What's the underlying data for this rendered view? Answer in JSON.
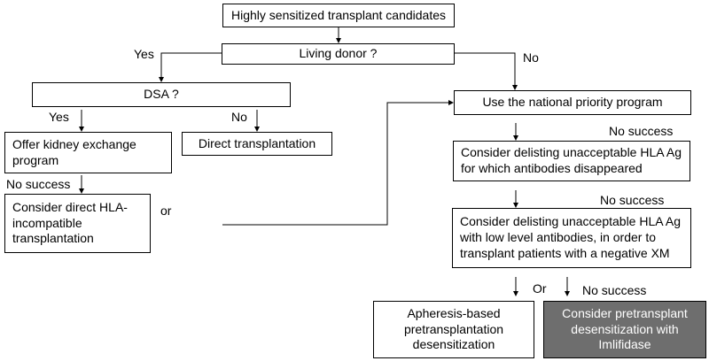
{
  "nodes": {
    "candidates": "Highly sensitized transplant candidates",
    "living_donor": "Living donor ?",
    "dsa": "DSA ?",
    "national_priority": "Use the national priority program",
    "kidney_exchange": "Offer kidney exchange\nprogram",
    "direct_transplantation": "Direct transplantation",
    "delist_disappeared": "Consider delisting unacceptable HLA Ag\nfor which antibodies disappeared",
    "direct_hla_incompatible": "Consider direct HLA-\nincompatible\ntransplantation",
    "delist_low_level": "Consider delisting unacceptable HLA Ag\nwith low level antibodies, in order to\ntransplant patients with a negative XM",
    "apheresis": "Apheresis-based\npretransplantation\ndesensitization",
    "imlifidase": "Consider pretransplant\ndesensitization with\nImlifidase"
  },
  "labels": {
    "yes_living": "Yes",
    "no_living": "No",
    "yes_dsa": "Yes",
    "no_dsa": "No",
    "no_success_exchange": "No success",
    "or_left": "or",
    "no_success_1": "No success",
    "no_success_2": "No success",
    "or_bottom": "Or",
    "no_success_3": "No success"
  },
  "colors": {
    "line": "#000000",
    "dark_box_fill": "#6e6e6e",
    "dark_box_text": "#ffffff"
  }
}
